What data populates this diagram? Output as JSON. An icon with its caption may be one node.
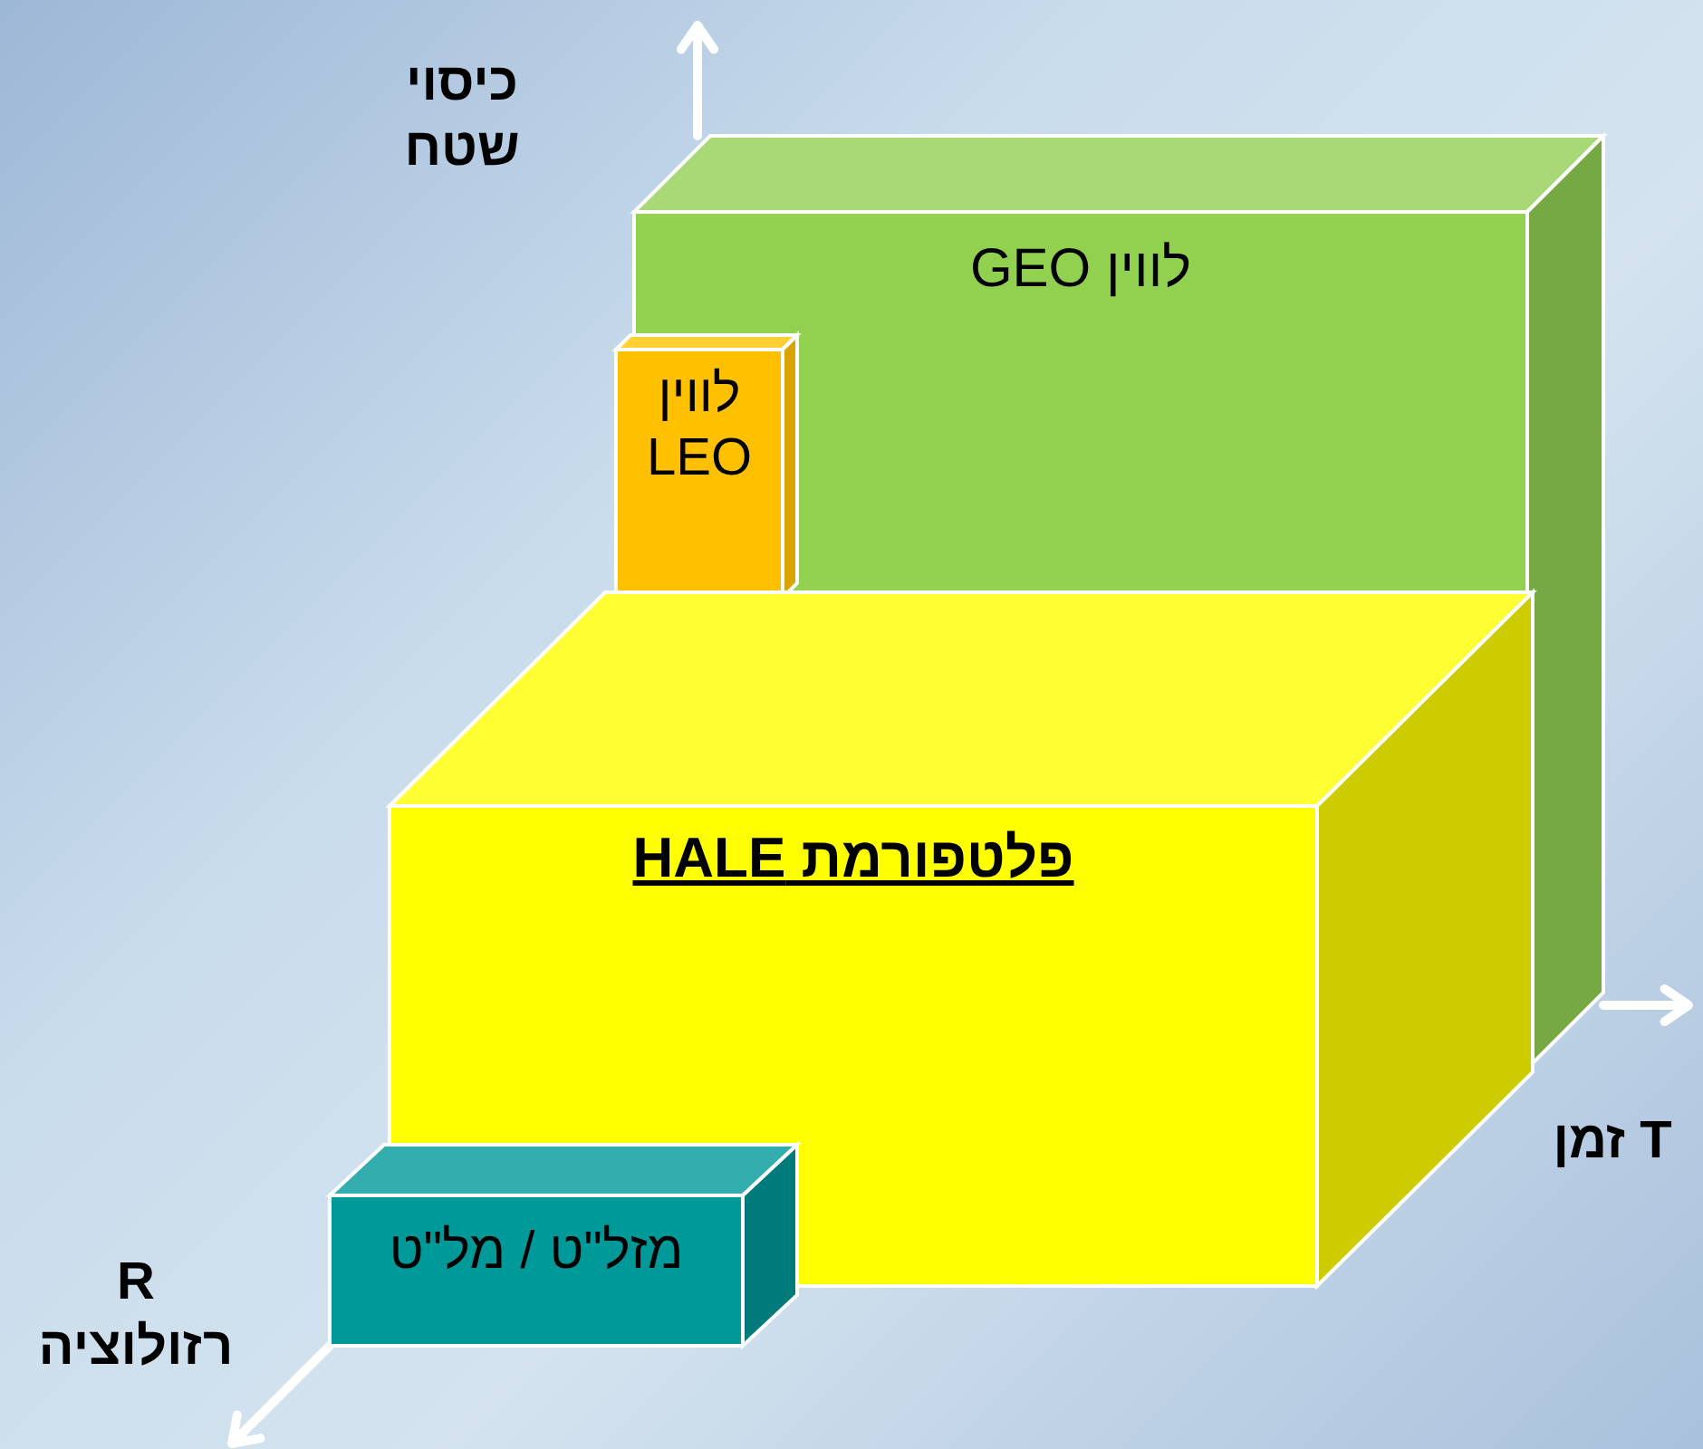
{
  "diagram": {
    "nodes": [
      {
        "text": [
          "לווין GEO"
        ]
      },
      {
        "text": [
          "לווין LEO"
        ]
      },
      {
        "text": [
          "פלטפורמת HALE"
        ]
      },
      {
        "text": [
          "מזל\"ט / מל\"ט"
        ]
      }
    ],
    "labels": [
      "כיסוי שטח",
      "T זמן",
      "R רזולוציה"
    ]
  }
}
